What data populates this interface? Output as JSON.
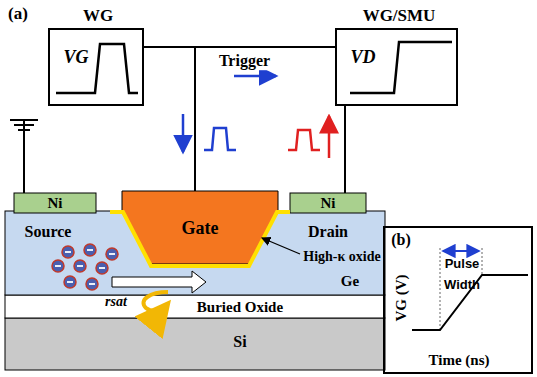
{
  "diagram": {
    "nodes": [
      {
        "text": [
          "WG",
          "VG"
        ]
      },
      {
        "text": [
          "WG/SMU",
          "VD"
        ]
      },
      {
        "text": [
          "Ni"
        ]
      },
      {
        "text": [
          "Gate"
        ]
      },
      {
        "text": [
          "Ni"
        ]
      },
      {
        "text": [
          "Ge"
        ]
      },
      {
        "text": [
          "Buried Oxide"
        ]
      },
      {
        "text": [
          "Si"
        ]
      },
      {
        "text": [
          "(b)",
          "Pulse Width",
          "VG (V)",
          "Time (ns)"
        ]
      }
    ],
    "edges": [
      {
        "from": 0,
        "to": 3,
        "arrow": "none"
      },
      {
        "from": 4,
        "to": 1,
        "arrow": "none"
      },
      {
        "from": 0,
        "to": 1,
        "arrow": "none",
        "label": "Trigger"
      }
    ],
    "labels": [
      "(a)",
      "Source",
      "Drain",
      "High-κ oxide",
      "rsat"
    ]
  }
}
